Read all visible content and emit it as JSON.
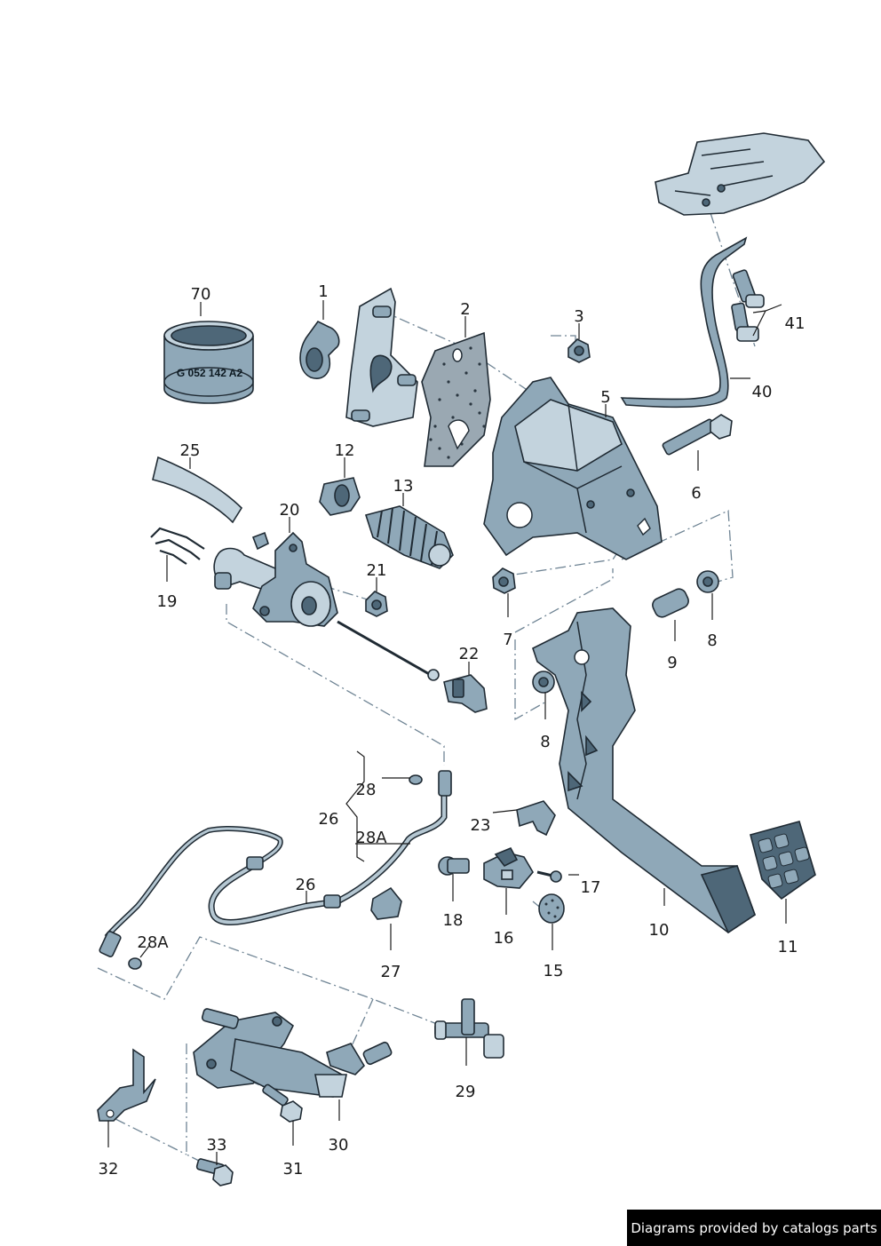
{
  "callouts": {
    "c70": "70",
    "c1": "1",
    "c2": "2",
    "c3": "3",
    "c41": "41",
    "c40": "40",
    "c5": "5",
    "c6": "6",
    "c25": "25",
    "c12": "12",
    "c13": "13",
    "c20": "20",
    "c19": "19",
    "c21": "21",
    "c7": "7",
    "c9": "9",
    "c8a": "8",
    "c8b": "8",
    "c22": "22",
    "c28": "28",
    "c26a": "26",
    "c28A": "28A",
    "c23": "23",
    "c17": "17",
    "c26b": "26",
    "c18": "18",
    "c16": "16",
    "c28Ab": "28A",
    "c27": "27",
    "c15": "15",
    "c10": "10",
    "c11": "11",
    "c29": "29",
    "c30": "30",
    "c31": "31",
    "c32": "32",
    "c33": "33"
  },
  "ring_label": "G 052 142 A2",
  "credit": "Diagrams provided by catalogs parts",
  "colors": {
    "part": "#8fa8b8",
    "part_dark": "#4e6778",
    "outline": "#1f2a33",
    "dash": "#6f8494",
    "credit_bg": "#000000"
  }
}
